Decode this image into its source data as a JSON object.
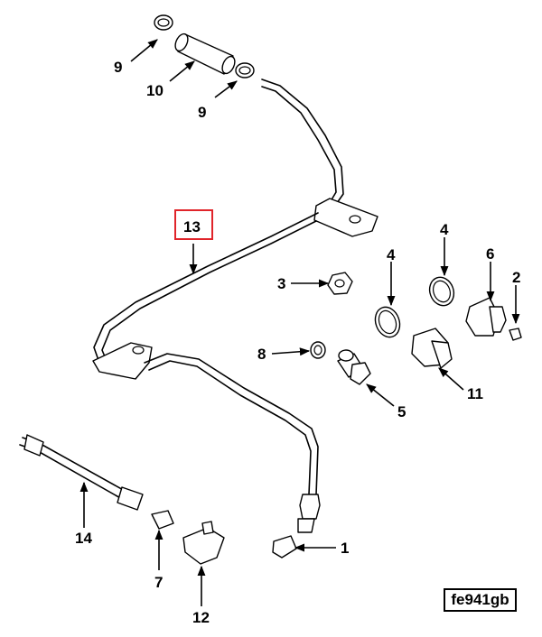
{
  "figure_ref": "fe941gb",
  "highlighted_callout": "13",
  "highlight_color": "#e0242a",
  "callouts": [
    {
      "id": "c-9a",
      "label": "9"
    },
    {
      "id": "c-10",
      "label": "10"
    },
    {
      "id": "c-9b",
      "label": "9"
    },
    {
      "id": "c-13",
      "label": "13"
    },
    {
      "id": "c-4a",
      "label": "4"
    },
    {
      "id": "c-6",
      "label": "6"
    },
    {
      "id": "c-2",
      "label": "2"
    },
    {
      "id": "c-3",
      "label": "3"
    },
    {
      "id": "c-4b",
      "label": "4"
    },
    {
      "id": "c-8",
      "label": "8"
    },
    {
      "id": "c-11",
      "label": "11"
    },
    {
      "id": "c-5",
      "label": "5"
    },
    {
      "id": "c-14",
      "label": "14"
    },
    {
      "id": "c-7",
      "label": "7"
    },
    {
      "id": "c-12",
      "label": "12"
    },
    {
      "id": "c-1",
      "label": "1"
    }
  ]
}
